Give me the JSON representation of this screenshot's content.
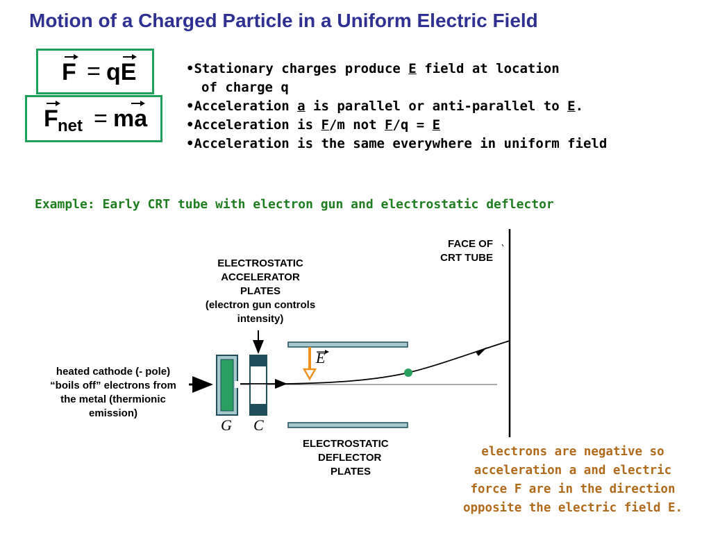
{
  "title": "Motion of a Charged Particle in a Uniform Electric Field",
  "equations": {
    "eq1": {
      "lhs": "F",
      "equals": "=",
      "rhs": "qE"
    },
    "eq2": {
      "lhs": "F",
      "sub": "net",
      "equals": "=",
      "rhs": "ma"
    }
  },
  "bullets": {
    "b1_pre": "•Stationary charges produce ",
    "b1_u": "E",
    "b1_post": " field at location",
    "b1_cont": "of charge q",
    "b2_pre": "•Acceleration ",
    "b2_u1": "a",
    "b2_mid": " is parallel or anti-parallel to ",
    "b2_u2": "E",
    "b2_post": ".",
    "b3_pre": "•Acceleration is ",
    "b3_u1": "F",
    "b3_mid1": "/m not ",
    "b3_u2": "F",
    "b3_mid2": "/q = ",
    "b3_u3": "E",
    "b4": "•Acceleration is the same everywhere in uniform field"
  },
  "example": "Example:  Early CRT tube with electron gun and electrostatic deflector",
  "diagram": {
    "face_label_1": "FACE OF",
    "face_label_2": "CRT TUBE",
    "accel_1": "ELECTROSTATIC",
    "accel_2": "ACCELERATOR",
    "accel_3": "PLATES",
    "accel_4": "(electron gun controls",
    "accel_5": "intensity)",
    "cathode_1": "heated cathode (- pole)",
    "cathode_2": "“boils off” electrons from",
    "cathode_3": "the metal (thermionic",
    "cathode_4": "emission)",
    "deflect_1": "ELECTROSTATIC",
    "deflect_2": "DEFLECTOR",
    "deflect_3": "PLATES",
    "g_label": "G",
    "c_label": "C",
    "e_label": "E",
    "colors": {
      "field_arrow": "#f0901e",
      "grid_fill": "#2aa05e",
      "plate_dark": "#1f4d5a",
      "plate_fill": "#a7c8cf",
      "electron_dot": "#2aa05e"
    }
  },
  "note": {
    "line1": "electrons are negative so",
    "line2": "acceleration a and electric",
    "line3": "force F are in the direction",
    "line4": "opposite the electric field E."
  }
}
